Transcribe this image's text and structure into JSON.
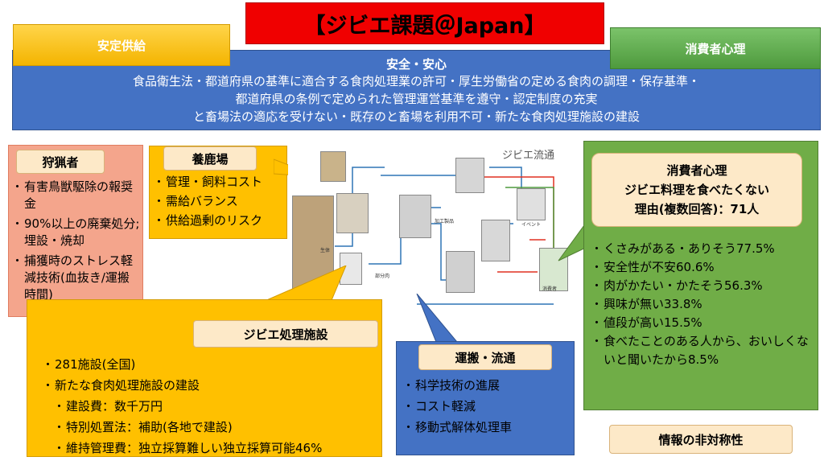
{
  "title": "【ジビエ課題＠Japan】",
  "tags": {
    "stable_supply": "安定供給",
    "consumer_psychology": "消費者心理"
  },
  "band": {
    "heading": "安全・安心",
    "lines": [
      "食品衛生法・都道府県の基準に適合する食肉処理業の許可・厚生労働省の定める食肉の調理・保存基準・",
      "都道府県の条例で定められた管理運営基準を遵守・認定制度の充実",
      "と畜場法の適応を受けない・既存のと畜場を利用不可・新たな食肉処理施設の建設"
    ]
  },
  "hunter": {
    "heading": "狩猟者",
    "items": [
      "有害鳥獣駆除の報奨金",
      "90%以上の廃棄処分;埋設・焼却",
      "捕獲時のストレス軽減技術(血抜き/運搬時間)"
    ]
  },
  "farm": {
    "heading": "養鹿場",
    "items": [
      "管理・飼料コスト",
      "需給バランス",
      "供給過剰のリスク"
    ]
  },
  "facility": {
    "heading": "ジビエ処理施設",
    "items": [
      "281施設(全国)",
      "新たな食肉処理施設の建設",
      "建設費：数千万円",
      "特別処置法：補助(各地で建設)",
      "維持管理費：独立採算難しい独立採算可能46%"
    ]
  },
  "transport": {
    "heading": "運搬・流通",
    "items": [
      "科学技術の進展",
      "コスト軽減",
      "移動式解体処理車"
    ]
  },
  "consumer": {
    "heading_lines": [
      "消費者心理",
      "ジビエ料理を食べたくない",
      "理由(複数回答)：71人"
    ],
    "items": [
      "くさみがある・ありそう77.5%",
      "安全性が不安60.6%",
      "肉がかたい・かたそう56.3%",
      "興味が無い33.8%",
      "値段が高い15.5%",
      "食べたことのある人から、おいしくないと聞いたから8.5%"
    ]
  },
  "info_asymmetry": "情報の非対称性",
  "diagram": {
    "flow_label": "ジビエ流通",
    "small_labels": [
      "生体",
      "部分肉",
      "加工製品",
      "消費者",
      "イベント"
    ]
  }
}
